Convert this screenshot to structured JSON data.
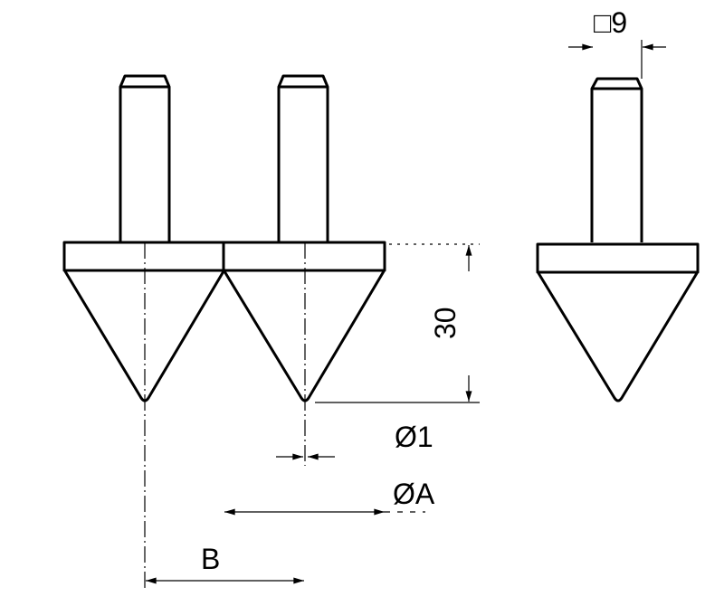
{
  "dimensions": {
    "square_size": "□9",
    "height": "30",
    "tip_diameter": "Ø1",
    "base_diameter": "ØA",
    "spacing": "B"
  }
}
